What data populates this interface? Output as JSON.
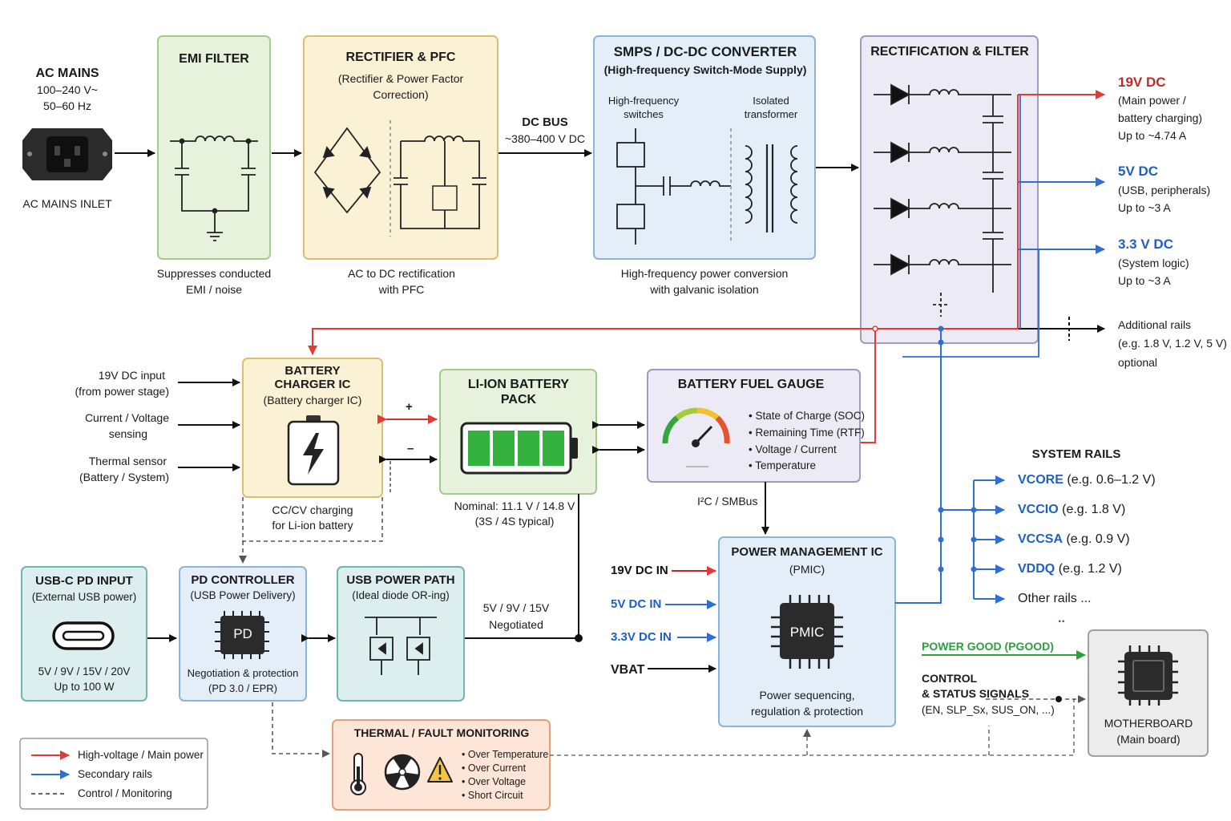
{
  "colors": {
    "main": "#e53935",
    "secondary": "#2f6fd1",
    "control": "#333333",
    "good": "#2e9e3e"
  },
  "ac_mains": {
    "title": "AC MAINS",
    "voltage": "100–240 V~",
    "freq": "50–60 Hz",
    "inlet": "AC MAINS INLET"
  },
  "emi": {
    "title": "EMI FILTER",
    "desc1": "Suppresses conducted",
    "desc2": "EMI / noise"
  },
  "rect_pfc": {
    "title": "RECTIFIER & PFC",
    "sub1": "(Rectifier & Power Factor",
    "sub2": "Correction)",
    "desc1": "AC to DC rectification",
    "desc2": "with PFC"
  },
  "dcbus": {
    "label": "DC BUS",
    "value": "~380–400 V DC"
  },
  "smps": {
    "title": "SMPS / DC-DC CONVERTER",
    "sub": "(High-frequency Switch-Mode Supply)",
    "sw1": "High-frequency",
    "sw2": "switches",
    "tr1": "Isolated",
    "tr2": "transformer",
    "desc1": "High-frequency power conversion",
    "desc2": "with galvanic isolation"
  },
  "rectfilter": {
    "title": "RECTIFICATION & FILTER"
  },
  "outputs": {
    "v19_title": "19V DC",
    "v19_l1": "(Main power /",
    "v19_l2": "battery charging)",
    "v19_l3": "Up to ~4.74 A",
    "v5_title": "5V DC",
    "v5_l1": "(USB, peripherals)",
    "v5_l2": "Up to ~3 A",
    "v33_title": "3.3 V DC",
    "v33_l1": "(System logic)",
    "v33_l2": "Up to ~3 A",
    "add_l1": "Additional rails",
    "add_l2": "(e.g. 1.8 V, 1.2 V, 5 V)",
    "add_l3": "optional"
  },
  "charger_inputs": {
    "in1a": "19V DC input",
    "in1b": "(from power stage)",
    "in2a": "Current / Voltage",
    "in2b": "sensing",
    "in3a": "Thermal sensor",
    "in3b": "(Battery / System)"
  },
  "charger": {
    "title1": "BATTERY",
    "title2": "CHARGER IC",
    "sub": "(Battery charger IC)",
    "desc1": "CC/CV charging",
    "desc2": "for Li-ion battery"
  },
  "battery": {
    "title1": "LI-ION BATTERY",
    "title2": "PACK",
    "plus": "+",
    "minus": "–",
    "desc1": "Nominal: 11.1 V / 14.8 V",
    "desc2": "(3S / 4S typical)"
  },
  "gauge": {
    "title": "BATTERY FUEL GAUGE",
    "items": [
      "State of Charge (SOC)",
      "Remaining Time (RTF)",
      "Voltage / Current",
      "Temperature"
    ],
    "bus": "I²C / SMBus"
  },
  "system_rails": {
    "title": "SYSTEM RAILS",
    "rails": [
      {
        "name": "VCORE",
        "val": "(e.g. 0.6–1.2 V)"
      },
      {
        "name": "VCCIO",
        "val": "(e.g. 1.8 V)"
      },
      {
        "name": "VCCSA",
        "val": "(e.g. 0.9 V)"
      },
      {
        "name": "VDDQ",
        "val": "(e.g. 1.2 V)"
      }
    ],
    "other": "Other rails ...",
    "dots": ".."
  },
  "usbc": {
    "title": "USB-C PD INPUT",
    "sub": "(External USB power)",
    "desc1": "5V / 9V / 15V / 20V",
    "desc2": "Up to 100 W"
  },
  "pd": {
    "title": "PD CONTROLLER",
    "sub": "(USB Power Delivery)",
    "chip": "PD",
    "desc1": "Negotiation & protection",
    "desc2": "(PD 3.0 / EPR)"
  },
  "usbpath": {
    "title": "USB POWER PATH",
    "sub": "(Ideal diode OR-ing)",
    "neg1": "5V / 9V / 15V",
    "neg2": "Negotiated"
  },
  "pmic": {
    "title": "POWER MANAGEMENT IC",
    "sub": "(PMIC)",
    "chip": "PMIC",
    "desc1": "Power sequencing,",
    "desc2": "regulation & protection",
    "in1": "19V DC IN",
    "in2": "5V DC IN",
    "in3": "3.3V DC IN",
    "in4": "VBAT"
  },
  "signals": {
    "pgood": "POWER GOOD (PGOOD)",
    "control": "CONTROL",
    "status": "& STATUS SIGNALS",
    "sigs": "(EN, SLP_Sx, SUS_ON, ...)"
  },
  "motherboard": {
    "title": "MOTHERBOARD",
    "sub": "(Main board)"
  },
  "thermal": {
    "title": "THERMAL / FAULT MONITORING",
    "items": [
      "Over Temperature",
      "Over Current",
      "Over Voltage",
      "Short Circuit"
    ]
  },
  "legend": {
    "main": "High-voltage / Main power",
    "secondary": "Secondary rails",
    "control": "Control / Monitoring"
  }
}
